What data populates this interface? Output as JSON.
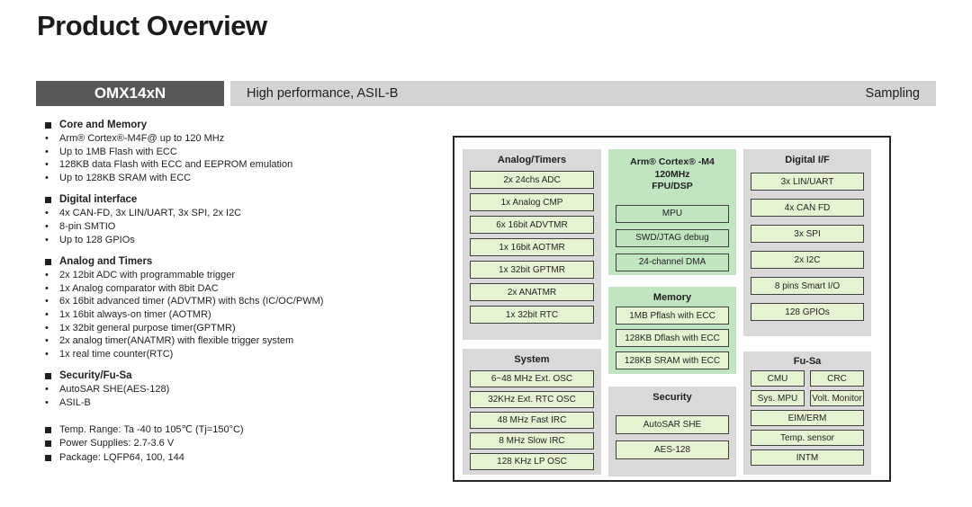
{
  "page": {
    "title": "Product Overview"
  },
  "banner": {
    "model": "OMX14xN",
    "description": "High performance, ASIL-B",
    "status": "Sampling"
  },
  "features": {
    "sections": [
      {
        "title": "Core and Memory",
        "items": [
          "Arm® Cortex®-M4F@ up to 120 MHz",
          "Up to 1MB Flash with ECC",
          "128KB data Flash with ECC and EEPROM emulation",
          "Up to 128KB SRAM with ECC"
        ]
      },
      {
        "title": "Digital interface",
        "items": [
          "4x CAN-FD, 3x LIN/UART, 3x SPI, 2x I2C",
          "8-pin SMTIO",
          "Up to 128 GPIOs"
        ]
      },
      {
        "title": "Analog and Timers",
        "items": [
          "2x 12bit ADC with programmable trigger",
          "1x Analog comparator with 8bit DAC",
          "6x 16bit advanced timer (ADVTMR) with 8chs (IC/OC/PWM)",
          "1x 16bit always-on timer (AOTMR)",
          "1x 32bit general purpose timer(GPTMR)",
          "2x analog timer(ANATMR) with flexible trigger system",
          "1x real time counter(RTC)"
        ]
      },
      {
        "title": "Security/Fu-Sa",
        "items": [
          "AutoSAR SHE(AES-128)",
          "ASIL-B"
        ]
      }
    ],
    "specs": [
      "Temp. Range: Ta -40 to 105℃ (Tj=150°C)",
      "Power Supplies: 2.7-3.6 V",
      "Package: LQFP64, 100, 144"
    ]
  },
  "diagram": {
    "analog_timers": {
      "title": "Analog/Timers",
      "items": [
        "2x 24chs ADC",
        "1x Analog CMP",
        "6x 16bit ADVTMR",
        "1x 16bit AOTMR",
        "1x 32bit GPTMR",
        "2x ANATMR",
        "1x 32bit RTC"
      ]
    },
    "system": {
      "title": "System",
      "items": [
        "6~48 MHz Ext. OSC",
        "32KHz Ext. RTC OSC",
        "48 MHz Fast IRC",
        "8 MHz Slow IRC",
        "128 KHz LP OSC"
      ]
    },
    "cortex": {
      "title_line1": "Arm® Cortex® -M4",
      "title_line2": "120MHz",
      "title_line3": "FPU/DSP",
      "items": [
        "MPU",
        "SWD/JTAG debug",
        "24-channel DMA"
      ]
    },
    "memory": {
      "title": "Memory",
      "items": [
        "1MB Pflash with ECC",
        "128KB Dflash with ECC",
        "128KB SRAM with ECC"
      ]
    },
    "security": {
      "title": "Security",
      "items": [
        "AutoSAR SHE",
        "AES-128"
      ]
    },
    "digital_if": {
      "title": "Digital I/F",
      "items": [
        "3x LIN/UART",
        "4x CAN FD",
        "3x SPI",
        "2x I2C",
        "8 pins Smart I/O",
        "128 GPIOs"
      ]
    },
    "fusa": {
      "title": "Fu-Sa",
      "grid_items": [
        "CMU",
        "CRC",
        "Sys. MPU",
        "Volt. Monitor"
      ],
      "items": [
        "EIM/ERM",
        "Temp. sensor",
        "INTM"
      ]
    }
  },
  "colors": {
    "accent_green_panel": "#c1e5c0",
    "accent_green_item": "#e6f3d2",
    "panel_gray": "#d9d9d9",
    "banner_dark": "#58585a",
    "banner_light": "#d3d3d3"
  }
}
